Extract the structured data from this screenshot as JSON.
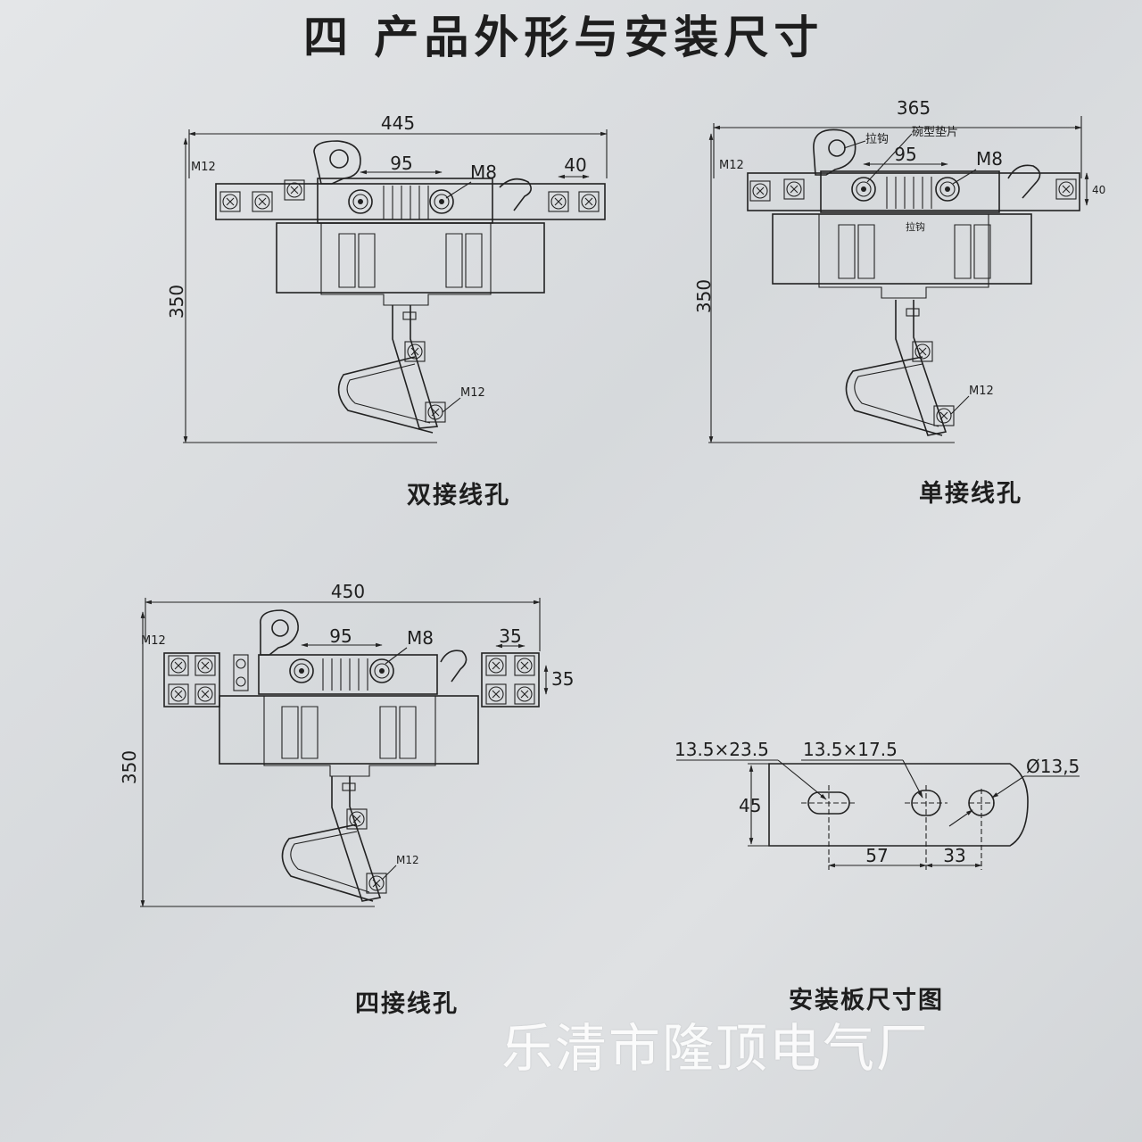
{
  "title": "四 产品外形与安装尺寸",
  "drawings": {
    "double": {
      "caption": "双接线孔",
      "width": "445",
      "height": "350",
      "center": "95",
      "pitch": "40",
      "bolt_top": "M12",
      "bolt_mid": "M8",
      "bolt_bottom": "M12"
    },
    "single": {
      "caption": "单接线孔",
      "width": "365",
      "height": "350",
      "center": "95",
      "pitch": "40",
      "bolt_top": "M12",
      "bolt_mid": "M8",
      "bolt_bottom": "M12",
      "hook1": "拉钩",
      "washer": "碗型垫片",
      "hook2": "拉钩"
    },
    "quad": {
      "caption": "四接线孔",
      "width": "450",
      "height": "350",
      "center": "95",
      "pitch_h": "35",
      "pitch_v": "35",
      "bolt_top": "M12",
      "bolt_mid": "M8",
      "bolt_bottom": "M12"
    },
    "plate": {
      "caption": "安装板尺寸图",
      "slot1": "13.5×23.5",
      "slot2": "13.5×17.5",
      "hole": "Ø13,5",
      "height": "45",
      "dist1": "57",
      "dist2": "33"
    }
  },
  "watermark": "乐清市隆顶电气厂"
}
